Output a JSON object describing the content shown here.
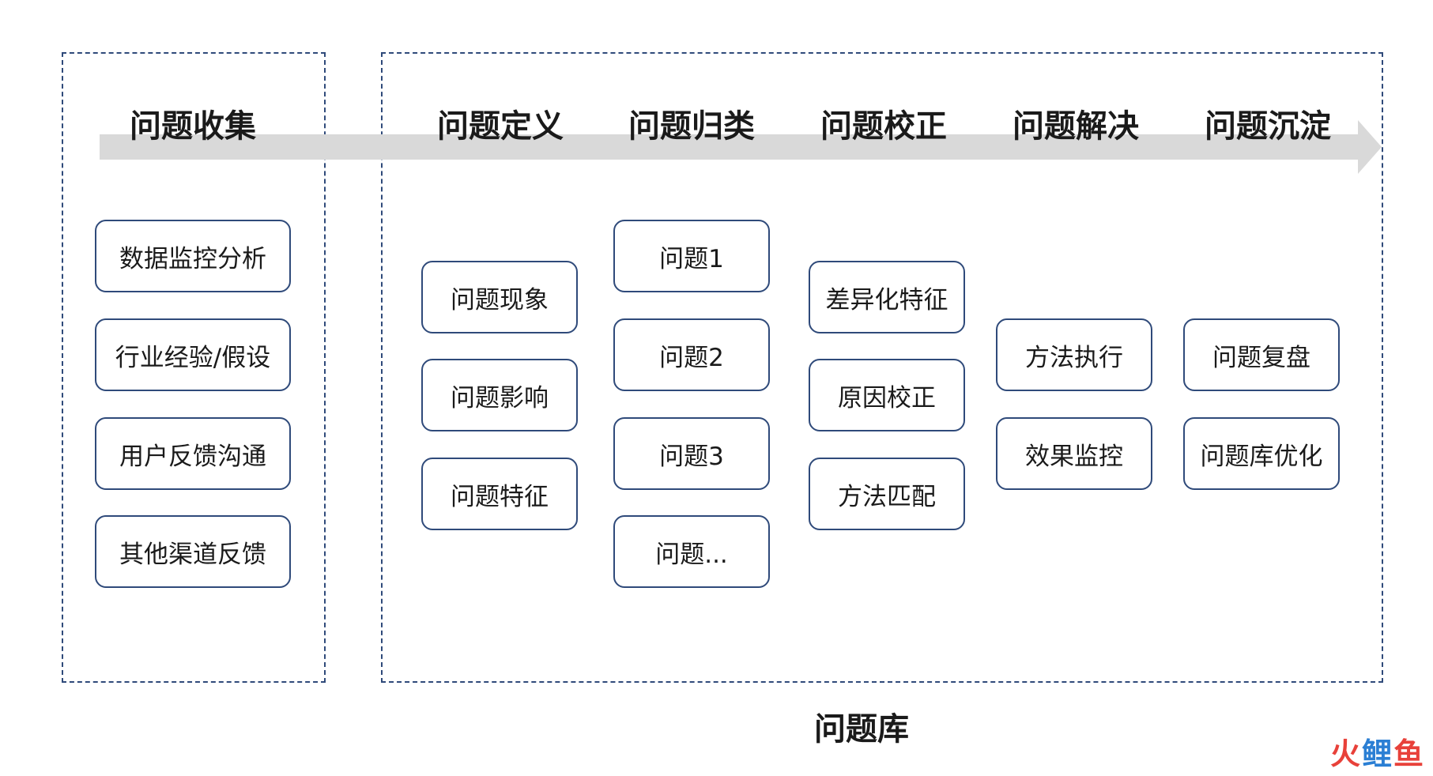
{
  "stages": [
    {
      "title": "问题收集",
      "items": [
        "数据监控分析",
        "行业经验/假设",
        "用户反馈沟通",
        "其他渠道反馈"
      ]
    },
    {
      "title": "问题定义",
      "items": [
        "问题现象",
        "问题影响",
        "问题特征"
      ]
    },
    {
      "title": "问题归类",
      "items": [
        "问题1",
        "问题2",
        "问题3",
        "问题..."
      ]
    },
    {
      "title": "问题校正",
      "items": [
        "差异化特征",
        "原因校正",
        "方法匹配"
      ]
    },
    {
      "title": "问题解决",
      "items": [
        "方法执行",
        "效果监控"
      ]
    },
    {
      "title": "问题沉淀",
      "items": [
        "问题复盘",
        "问题库优化"
      ]
    }
  ],
  "library_label": "问题库",
  "watermark": {
    "part1": "火",
    "part2": "鲤",
    "part3": "鱼"
  },
  "colors": {
    "border": "#2f4a7a",
    "arrow": "#d9d9d9",
    "text": "#1a1a1a"
  }
}
